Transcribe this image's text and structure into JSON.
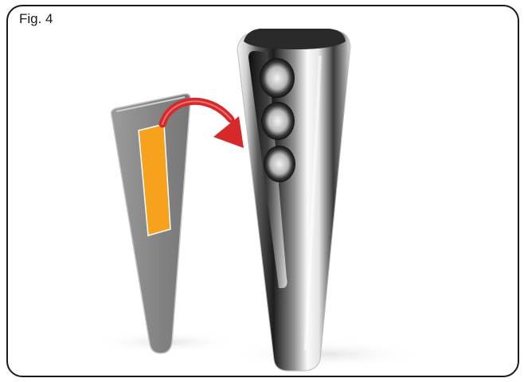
{
  "figure": {
    "label": "Fig. 4"
  },
  "colors": {
    "frame": "#1a1a1a",
    "insert_gray": "#8a8a8a",
    "insert_edge": "#c8c8c8",
    "tape_orange": "#f6a21c",
    "arrow_red": "#d8292a",
    "handle_dark": "#2a2a2a"
  },
  "parts": {
    "insert": "tapered-gray-insert",
    "adhesive": "orange-adhesive-strip",
    "arrow": "curved-red-arrow",
    "handle": "chrome-tap-handle"
  }
}
